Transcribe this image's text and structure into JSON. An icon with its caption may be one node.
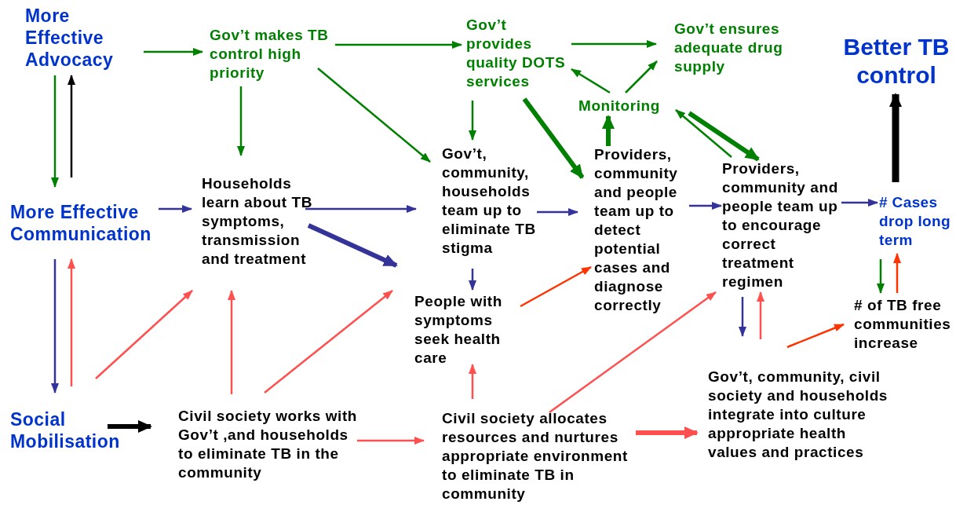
{
  "diagram": {
    "nodes": [
      {
        "text": [
          "More Effective Advocacy"
        ]
      },
      {
        "text": [
          "Gov’t makes TB control high priority"
        ]
      },
      {
        "text": [
          "Gov’t provides quality DOTS services"
        ]
      },
      {
        "text": [
          "Gov’t ensures adequate drug supply"
        ]
      },
      {
        "text": [
          "Better TB control"
        ]
      },
      {
        "text": [
          "Monitoring"
        ]
      },
      {
        "text": [
          "More Effective Communication"
        ]
      },
      {
        "text": [
          "Households learn about TB symptoms, transmission and treatment"
        ]
      },
      {
        "text": [
          "Gov’t, community, households team up to eliminate TB stigma"
        ]
      },
      {
        "text": [
          "Providers, community and people team up to detect potential cases and diagnose correctly"
        ]
      },
      {
        "text": [
          "Providers, community and people team up to encourage correct treatment regimen"
        ]
      },
      {
        "text": [
          "# Cases drop long term"
        ]
      },
      {
        "text": [
          "People with symptoms seek health care"
        ]
      },
      {
        "text": [
          "# of TB free communities increase"
        ]
      },
      {
        "text": [
          "Social Mobilisation"
        ]
      },
      {
        "text": [
          "Civil society works with Gov’t ,and households to eliminate TB in the community"
        ]
      },
      {
        "text": [
          "Civil society allocates resources and nurtures appropriate environment to eliminate TB in community"
        ]
      },
      {
        "text": [
          "Gov’t, community, civil society and households integrate into culture appropriate health values and practices"
        ]
      }
    ],
    "edges": [
      {
        "from": 0,
        "to": 1,
        "arrow": "to",
        "color": "#008000"
      },
      {
        "from": 1,
        "to": 2,
        "arrow": "to",
        "color": "#008000"
      },
      {
        "from": 2,
        "to": 3,
        "arrow": "to",
        "color": "#008000"
      },
      {
        "from": 1,
        "to": 7,
        "arrow": "to",
        "color": "#008000"
      },
      {
        "from": 1,
        "to": 8,
        "arrow": "to",
        "color": "#008000"
      },
      {
        "from": 2,
        "to": 8,
        "arrow": "to",
        "color": "#008000"
      },
      {
        "from": 2,
        "to": 9,
        "arrow": "to",
        "style": "thick",
        "color": "#008000"
      },
      {
        "from": 5,
        "to": 2,
        "arrow": "to",
        "color": "#008000"
      },
      {
        "from": 5,
        "to": 3,
        "arrow": "to",
        "color": "#008000"
      },
      {
        "from": 9,
        "to": 5,
        "arrow": "to",
        "style": "thick",
        "color": "#008000"
      },
      {
        "from": 10,
        "to": 5,
        "arrow": "to",
        "color": "#008000"
      },
      {
        "from": 5,
        "to": 10,
        "arrow": "to",
        "style": "thick",
        "color": "#008000"
      },
      {
        "from": 11,
        "to": 13,
        "arrow": "to",
        "color": "#008000"
      },
      {
        "from": 13,
        "to": 11,
        "arrow": "to",
        "color": "#ff3300"
      },
      {
        "from": 0,
        "to": 6,
        "arrow": "to",
        "color": "#008000"
      },
      {
        "from": 6,
        "to": 0,
        "arrow": "to",
        "color": "#000000"
      },
      {
        "from": 6,
        "to": 7,
        "arrow": "to",
        "color": "#333399"
      },
      {
        "from": 7,
        "to": 8,
        "arrow": "to",
        "color": "#333399"
      },
      {
        "from": 7,
        "to": 12,
        "arrow": "to",
        "style": "thick",
        "color": "#333399"
      },
      {
        "from": 8,
        "to": 9,
        "arrow": "to",
        "color": "#333399"
      },
      {
        "from": 8,
        "to": 12,
        "arrow": "to",
        "color": "#333399"
      },
      {
        "from": 9,
        "to": 10,
        "arrow": "to",
        "color": "#333399"
      },
      {
        "from": 10,
        "to": 11,
        "arrow": "to",
        "color": "#333399"
      },
      {
        "from": 10,
        "to": 17,
        "arrow": "to",
        "color": "#333399"
      },
      {
        "from": 6,
        "to": 14,
        "arrow": "to",
        "color": "#333399"
      },
      {
        "from": 14,
        "to": 6,
        "arrow": "to",
        "color": "#ff5050"
      },
      {
        "from": 14,
        "to": 7,
        "arrow": "to",
        "color": "#ff5050"
      },
      {
        "from": 15,
        "to": 7,
        "arrow": "to",
        "color": "#ff5050"
      },
      {
        "from": 15,
        "to": 12,
        "arrow": "to",
        "color": "#ff5050"
      },
      {
        "from": 15,
        "to": 16,
        "arrow": "to",
        "color": "#ff5050"
      },
      {
        "from": 16,
        "to": 12,
        "arrow": "to",
        "color": "#ff5050"
      },
      {
        "from": 16,
        "to": 10,
        "arrow": "to",
        "color": "#ff5050"
      },
      {
        "from": 16,
        "to": 17,
        "arrow": "to",
        "style": "thick",
        "color": "#ff5050"
      },
      {
        "from": 17,
        "to": 10,
        "arrow": "to",
        "color": "#ff5050"
      },
      {
        "from": 17,
        "to": 13,
        "arrow": "to",
        "color": "#ff3300"
      },
      {
        "from": 12,
        "to": 9,
        "arrow": "to",
        "color": "#ff3300"
      },
      {
        "from": 14,
        "to": 15,
        "arrow": "to",
        "style": "thick",
        "color": "#000000"
      },
      {
        "from": 11,
        "to": 4,
        "arrow": "to",
        "style": "thick",
        "color": "#000000"
      }
    ]
  }
}
